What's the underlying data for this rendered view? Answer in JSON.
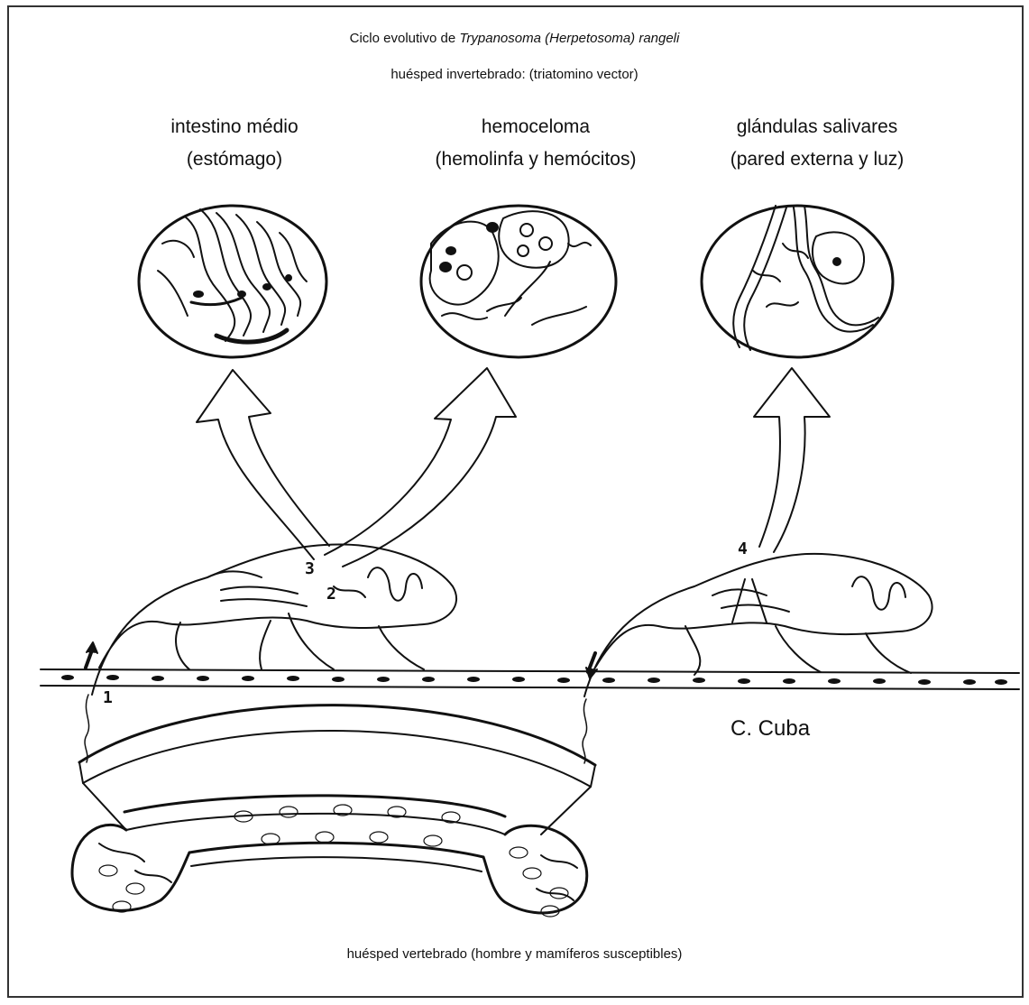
{
  "title": {
    "prefix": "Ciclo evolutivo de ",
    "italic": "Trypanosoma (Herpetosoma) rangeli"
  },
  "subtitle": "huésped invertebrado: (triatomino vector)",
  "panels": [
    {
      "line1": "intestino médio",
      "line2": "(estómago)"
    },
    {
      "line1": "hemoceloma",
      "line2": "(hemolinfa y hemócitos)"
    },
    {
      "line1": "glándulas salivares",
      "line2": "(pared externa y luz)"
    }
  ],
  "markers": [
    "1",
    "2",
    "3",
    "4"
  ],
  "credit": "C. Cuba",
  "footer": "huésped vertebrado (hombre y mamíferos susceptibles)"
}
